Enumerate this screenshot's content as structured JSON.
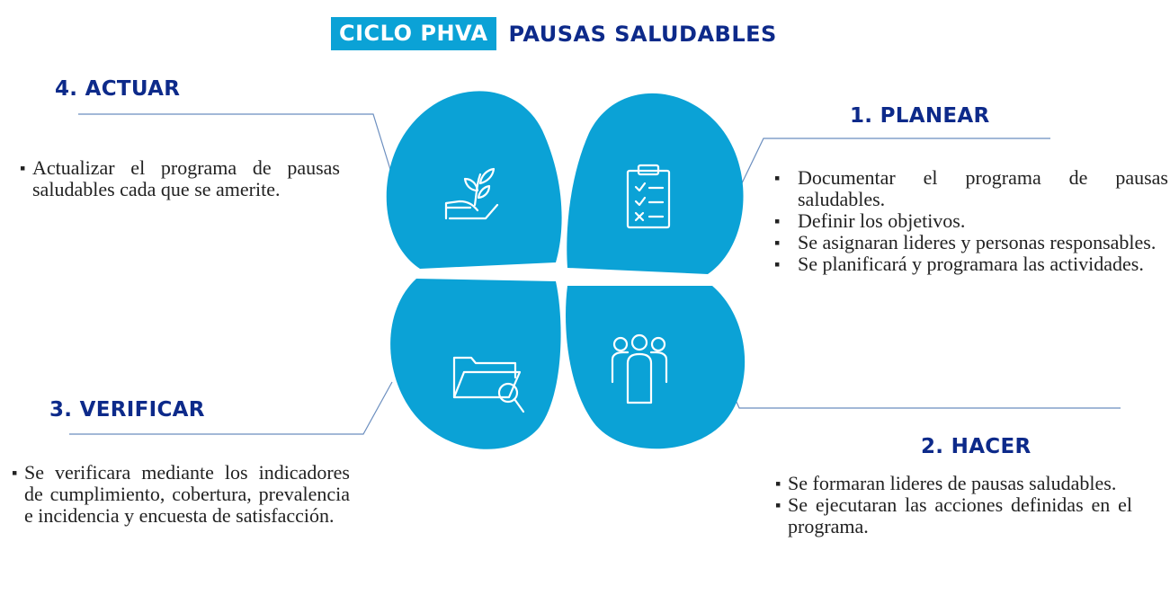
{
  "title": {
    "badge": "CICLO PHVA",
    "rest": "PAUSAS SALUDABLES"
  },
  "colors": {
    "petal": "#0ba2d6",
    "heading": "#0d2a8a",
    "title_badge": "#0ba2d6",
    "connector": "#6b8ebf"
  },
  "sections": {
    "actuar": {
      "heading": "4. ACTUAR",
      "icon": "plant-in-hand-icon",
      "items": [
        "Actualizar el programa de pausas saludables cada que se amerite."
      ]
    },
    "planear": {
      "heading": "1. PLANEAR",
      "icon": "clipboard-checklist-icon",
      "items": [
        "Documentar el programa de pausas saludables.",
        "Definir los objetivos.",
        "Se asignaran lideres y personas responsables.",
        "Se planificará y programara las actividades."
      ]
    },
    "verificar": {
      "heading": "3. VERIFICAR",
      "icon": "folder-magnifier-icon",
      "items": [
        "Se verificara mediante los indicadores de cumplimiento, cobertura, prevalencia e incidencia y encuesta de satisfacción."
      ]
    },
    "hacer": {
      "heading": "2. HACER",
      "icon": "group-people-icon",
      "items": [
        "Se formaran lideres de pausas saludables.",
        "Se ejecutaran las acciones definidas en el programa."
      ]
    }
  }
}
